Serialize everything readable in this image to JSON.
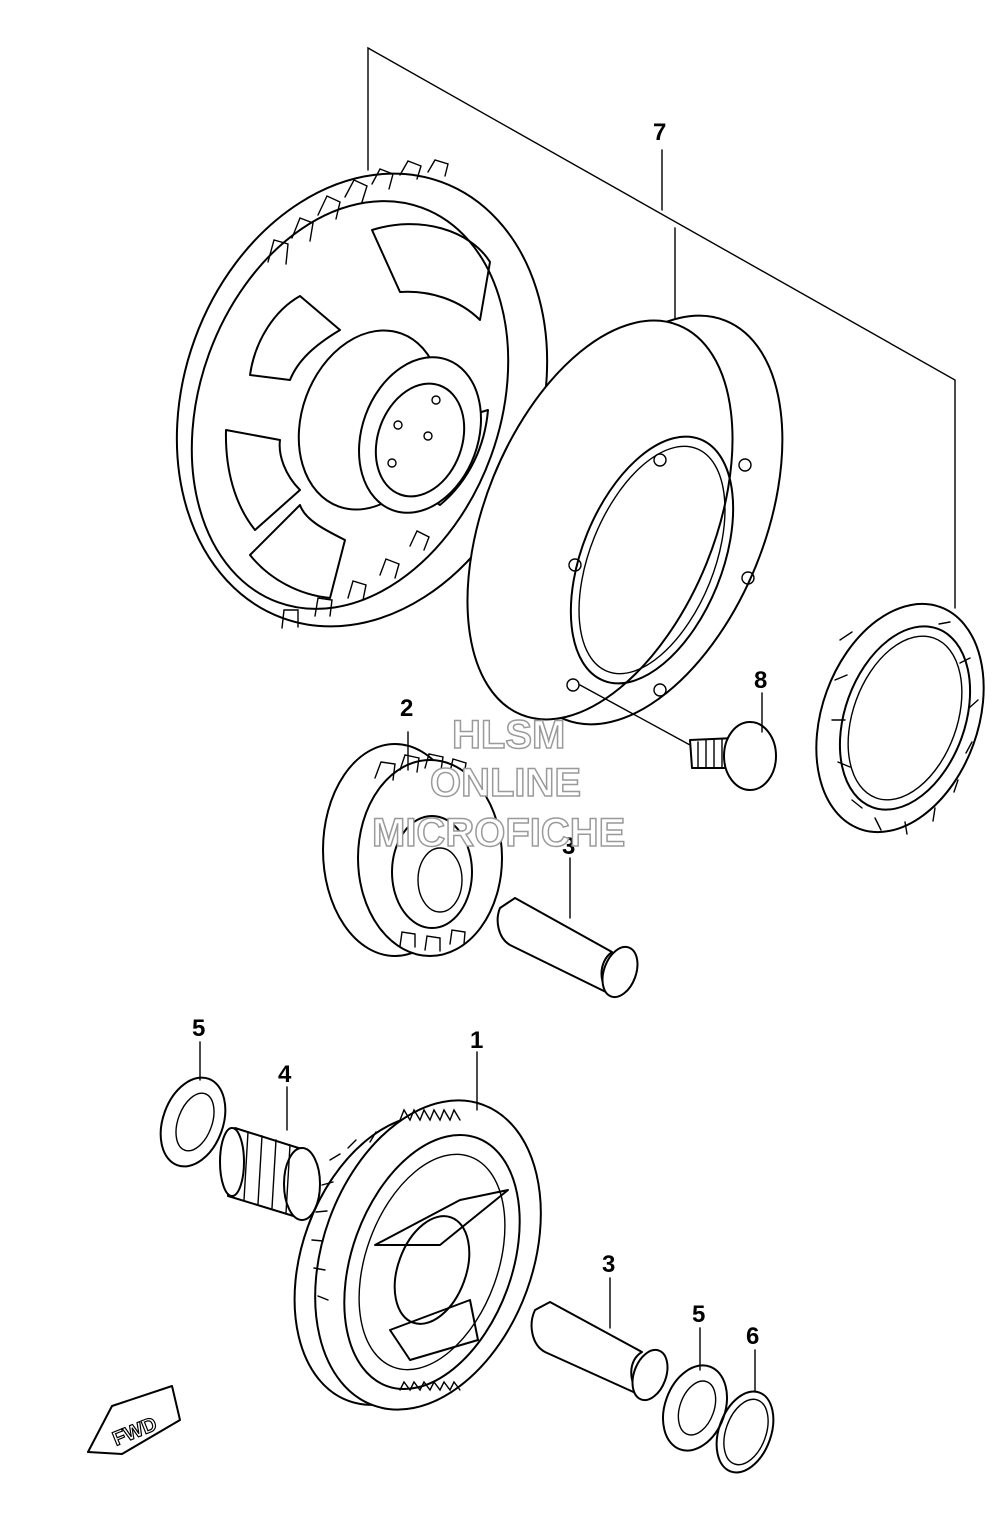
{
  "callouts": {
    "c7": "7",
    "c8": "8",
    "c2": "2",
    "c3a": "3",
    "c5a": "5",
    "c4": "4",
    "c1": "1",
    "c3b": "3",
    "c5b": "5",
    "c6": "6"
  },
  "watermark": {
    "line1": "HLSM",
    "line2": "ONLINE",
    "line3": "MICROFICHE"
  },
  "direction": {
    "label": "FWD"
  }
}
